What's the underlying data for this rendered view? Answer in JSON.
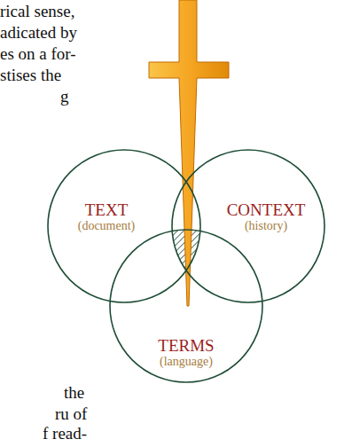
{
  "diagram": {
    "nodes": [
      {
        "text": [
          "TEXT",
          "(document)"
        ]
      },
      {
        "text": [
          "CONTEXT",
          "(history)"
        ]
      },
      {
        "text": [
          "TERMS",
          "(language)"
        ]
      }
    ],
    "labels": [
      "rical sense,",
      "adicated by",
      "es on a for-",
      "stises the",
      "g",
      "the",
      "ru of",
      "f read-"
    ]
  }
}
